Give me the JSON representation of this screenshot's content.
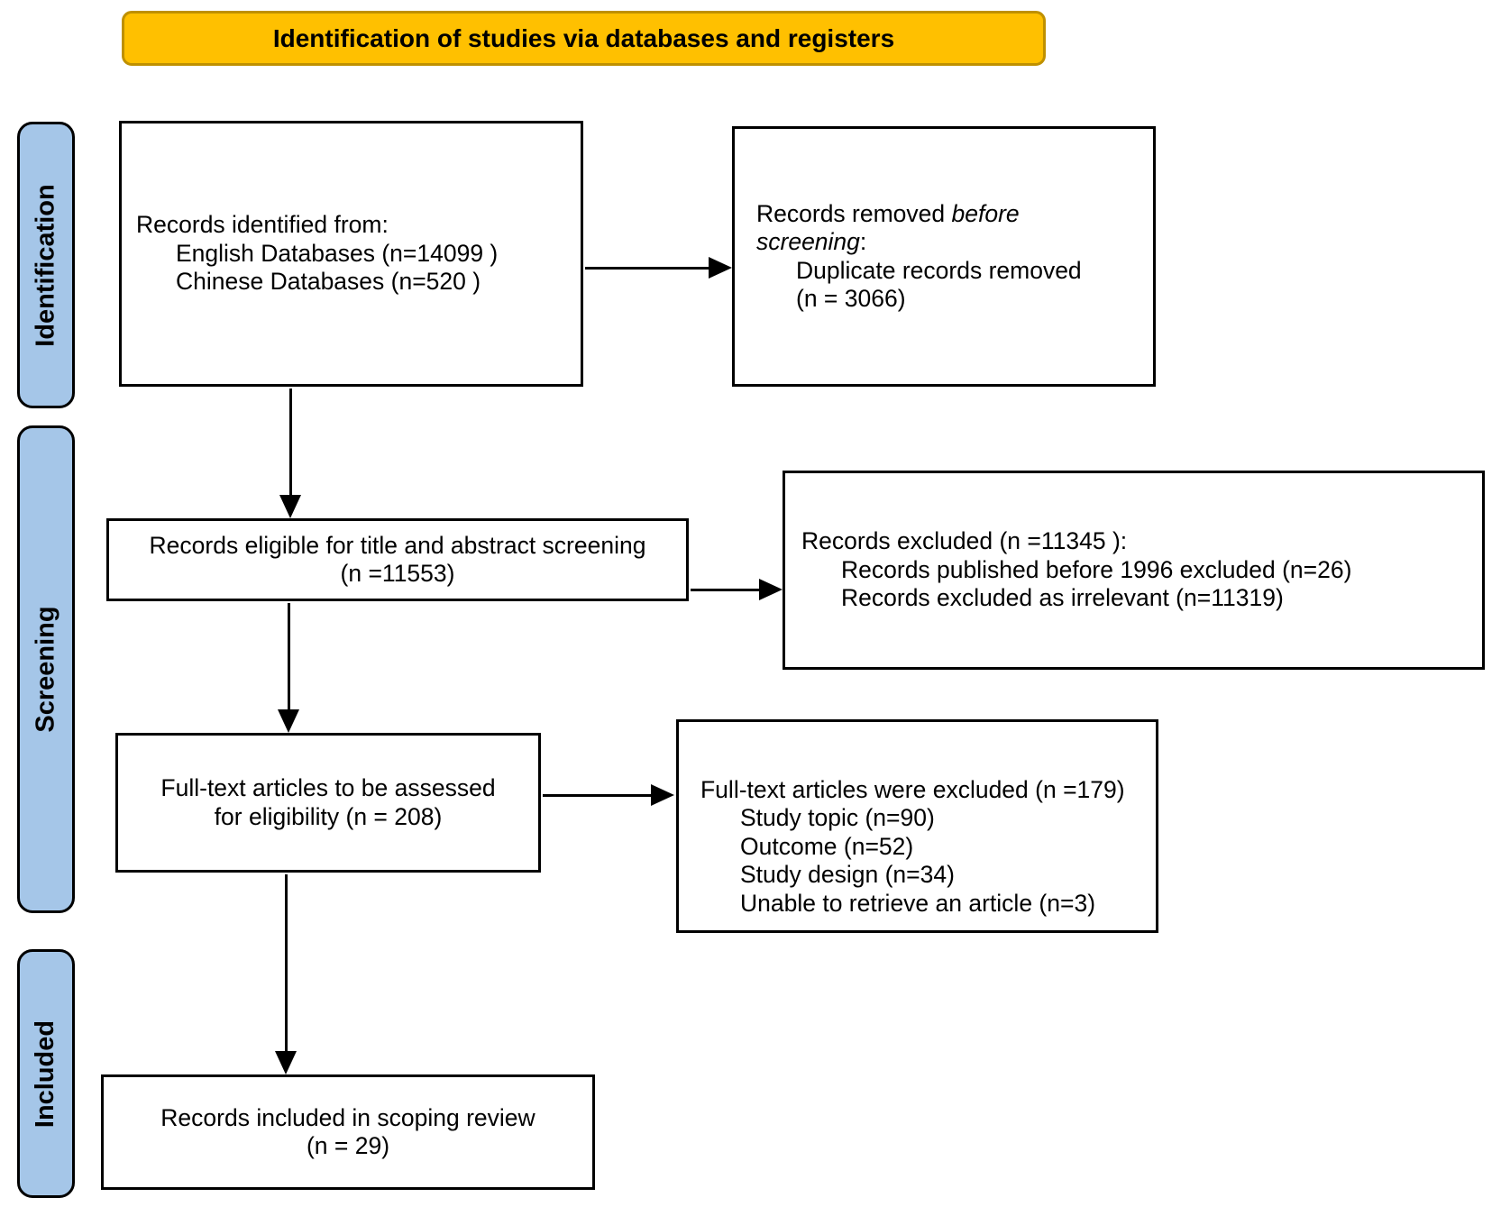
{
  "banner": {
    "title": "Identification of studies via databases and registers"
  },
  "stages": {
    "identification": "Identification",
    "screening": "Screening",
    "included": "Included"
  },
  "boxes": {
    "identified": {
      "line1": "Records identified from:",
      "line2": "English Databases (n=14099 )",
      "line3": "Chinese Databases (n=520 )"
    },
    "removed": {
      "l1a": "Records removed ",
      "l1b": "before",
      "l2a": "screening",
      "l2b": ":",
      "l3": "Duplicate records removed",
      "l4": "(n = 3066)"
    },
    "eligible": {
      "line1": "Records eligible for title and abstract screening",
      "line2": "(n =11553)"
    },
    "excluded_screening": {
      "line1": "Records excluded (n =11345 ):",
      "line2": "Records published before 1996 excluded (n=26)",
      "line3": "Records excluded as irrelevant (n=11319)"
    },
    "fulltext": {
      "line1": "Full-text articles to be assessed",
      "line2": "for eligibility (n = 208)"
    },
    "excluded_fulltext": {
      "line1": "Full-text articles were excluded (n =179)",
      "line2": "Study topic (n=90)",
      "line3": "Outcome (n=52)",
      "line4": "Study design (n=34)",
      "line5": "Unable to retrieve an article (n=3)"
    },
    "included": {
      "line1": "Records included in scoping review",
      "line2": "(n = 29)"
    }
  },
  "colors": {
    "banner_fill": "#FFC000",
    "banner_border": "#BF9000",
    "stage_fill": "#A5C6E8",
    "box_border": "#000000"
  }
}
